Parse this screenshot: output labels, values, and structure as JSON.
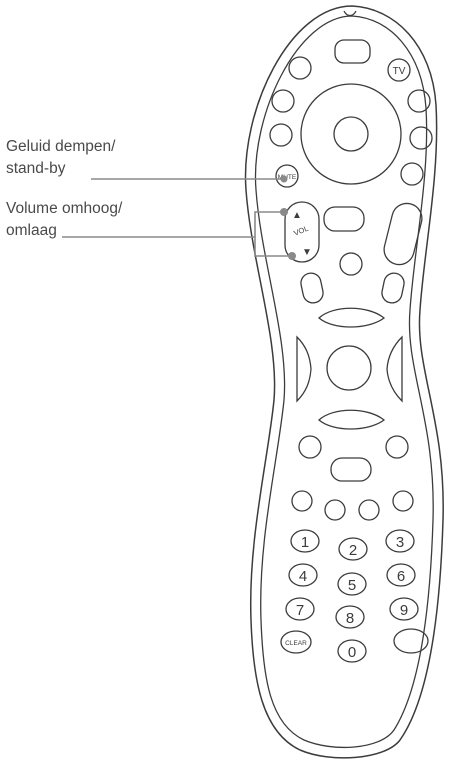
{
  "callouts": {
    "mute": {
      "line1": "Geluid dempen/",
      "line2": "stand-by"
    },
    "volume": {
      "line1": "Volume omhoog/",
      "line2": "omlaag"
    }
  },
  "remote": {
    "top_buttons": {
      "tv_label": "TV",
      "mute_label": "MUTE"
    },
    "volume_rocker": {
      "label": "VOL",
      "up_glyph": "▲",
      "down_glyph": "▼"
    },
    "keypad": {
      "keys": [
        "1",
        "2",
        "3",
        "4",
        "5",
        "6",
        "7",
        "8",
        "9",
        "0"
      ],
      "clear_label": "CLEAR"
    }
  },
  "colors": {
    "outline": "#3c3c3c",
    "callout_line": "#8a8a8a",
    "callout_text": "#4a4a4a"
  }
}
